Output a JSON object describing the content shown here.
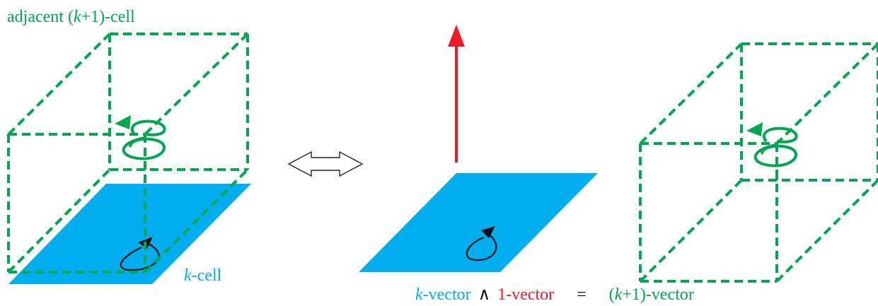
{
  "left_figure": {
    "title_prefix": "adjacent (",
    "title_var": "k",
    "title_suffix": "+1)-cell",
    "cell_var": "k",
    "cell_suffix": "-cell"
  },
  "equivalence_symbol": "⟺",
  "equation": {
    "k_var": "k",
    "k_suffix": "-vector",
    "wedge": "∧",
    "one_vector": "1-vector",
    "equals": "=",
    "result_prefix": "(",
    "result_var": "k",
    "result_suffix": "+1)-vector"
  },
  "colors": {
    "cyan": "#00aeef",
    "green": "#00a650",
    "red": "#ed1c24",
    "black": "#111111"
  }
}
